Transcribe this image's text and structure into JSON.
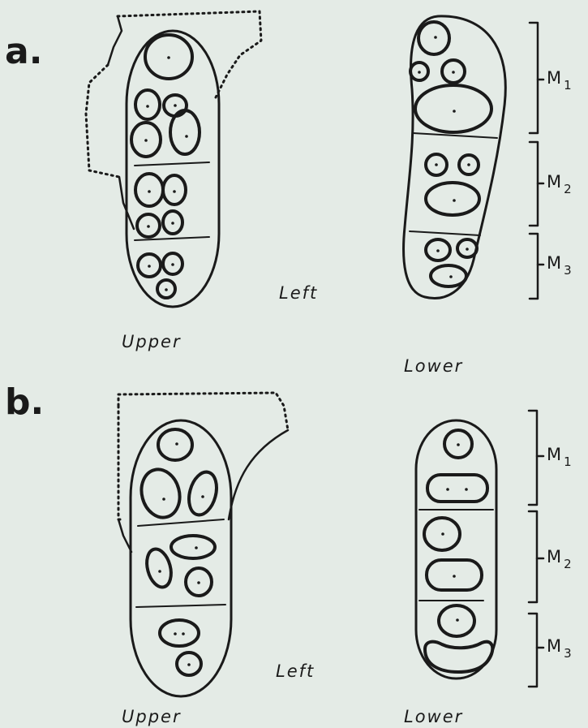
{
  "figure": {
    "panels": [
      {
        "label": "a.",
        "side": "Left",
        "jaws": [
          "Upper",
          "Lower"
        ],
        "molars": [
          {
            "letter": "M",
            "index": "1"
          },
          {
            "letter": "M",
            "index": "2"
          },
          {
            "letter": "M",
            "index": "3"
          }
        ]
      },
      {
        "label": "b.",
        "side": "Left",
        "jaws": [
          "Upper",
          "Lower"
        ],
        "molars": [
          {
            "letter": "M",
            "index": "1"
          },
          {
            "letter": "M",
            "index": "2"
          },
          {
            "letter": "M",
            "index": "3"
          }
        ]
      }
    ],
    "colors": {
      "background": "#e4ebe6",
      "ink": "#1a1a1a"
    }
  }
}
